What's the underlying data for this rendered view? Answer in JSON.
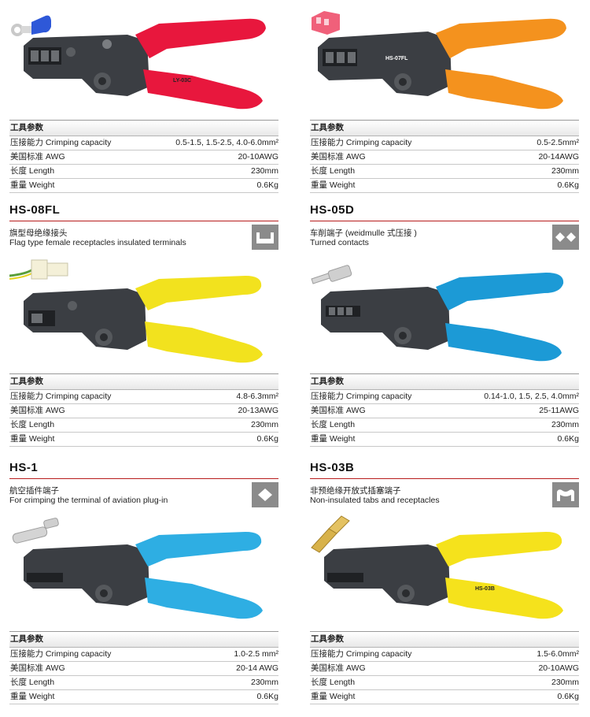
{
  "table_header": "工具参数",
  "row_labels": {
    "capacity": "压接能力 Crimping capacity",
    "awg": "美国标准 AWG",
    "length": "长度 Length",
    "weight": "重量 Weight"
  },
  "products": [
    {
      "model": "",
      "desc_cn": "",
      "desc_en": "",
      "tool_label": "LY-03C",
      "handle_color": "#e8173d",
      "terminal": "ring",
      "specs": {
        "capacity": "0.5-1.5, 1.5-2.5, 4.0-6.0mm²",
        "awg": "20-10AWG",
        "length": "230mm",
        "weight": "0.6Kg"
      }
    },
    {
      "model": "",
      "desc_cn": "",
      "desc_en": "",
      "tool_label": "HS-07FL",
      "handle_color": "#f4921e",
      "terminal": "flag",
      "specs": {
        "capacity": "0.5-2.5mm²",
        "awg": "20-14AWG",
        "length": "230mm",
        "weight": "0.6Kg"
      }
    },
    {
      "model": "HS-08FL",
      "desc_cn": "旗型母绝缘接头",
      "desc_en": "Flag type female receptacles insulated terminals",
      "tool_label": "",
      "handle_color": "#f2e21e",
      "terminal": "flag-wire",
      "symbol": "notch-up",
      "specs": {
        "capacity": "4.8-6.3mm²",
        "awg": "20-13AWG",
        "length": "230mm",
        "weight": "0.6Kg"
      }
    },
    {
      "model": "HS-05D",
      "desc_cn": "车削端子 (weidmulle 式压接 )",
      "desc_en": "Turned contacts",
      "tool_label": "",
      "handle_color": "#1c9ad6",
      "terminal": "pin",
      "symbol": "double-diamond",
      "specs": {
        "capacity": "0.14-1.0, 1.5, 2.5, 4.0mm²",
        "awg": "25-11AWG",
        "length": "230mm",
        "weight": "0.6Kg"
      }
    },
    {
      "model": "HS-1",
      "desc_cn": "航空插件端子",
      "desc_en": "For crimping the terminal of aviation plug-in",
      "tool_label": "",
      "handle_color": "#2eaee3",
      "terminal": "pin-thick",
      "symbol": "diamond",
      "specs": {
        "capacity": "1.0-2.5 mm²",
        "awg": "20-14 AWG",
        "length": "230mm",
        "weight": "0.6Kg"
      }
    },
    {
      "model": "HS-03B",
      "desc_cn": "非预绝缘开放式插塞端子",
      "desc_en": "Non-insulated tabs and receptacles",
      "tool_label": "HS-03B",
      "handle_color": "#f5e21c",
      "terminal": "tab",
      "symbol": "arch",
      "specs": {
        "capacity": "1.5-6.0mm²",
        "awg": "20-10AWG",
        "length": "230mm",
        "weight": "0.6Kg"
      }
    }
  ]
}
